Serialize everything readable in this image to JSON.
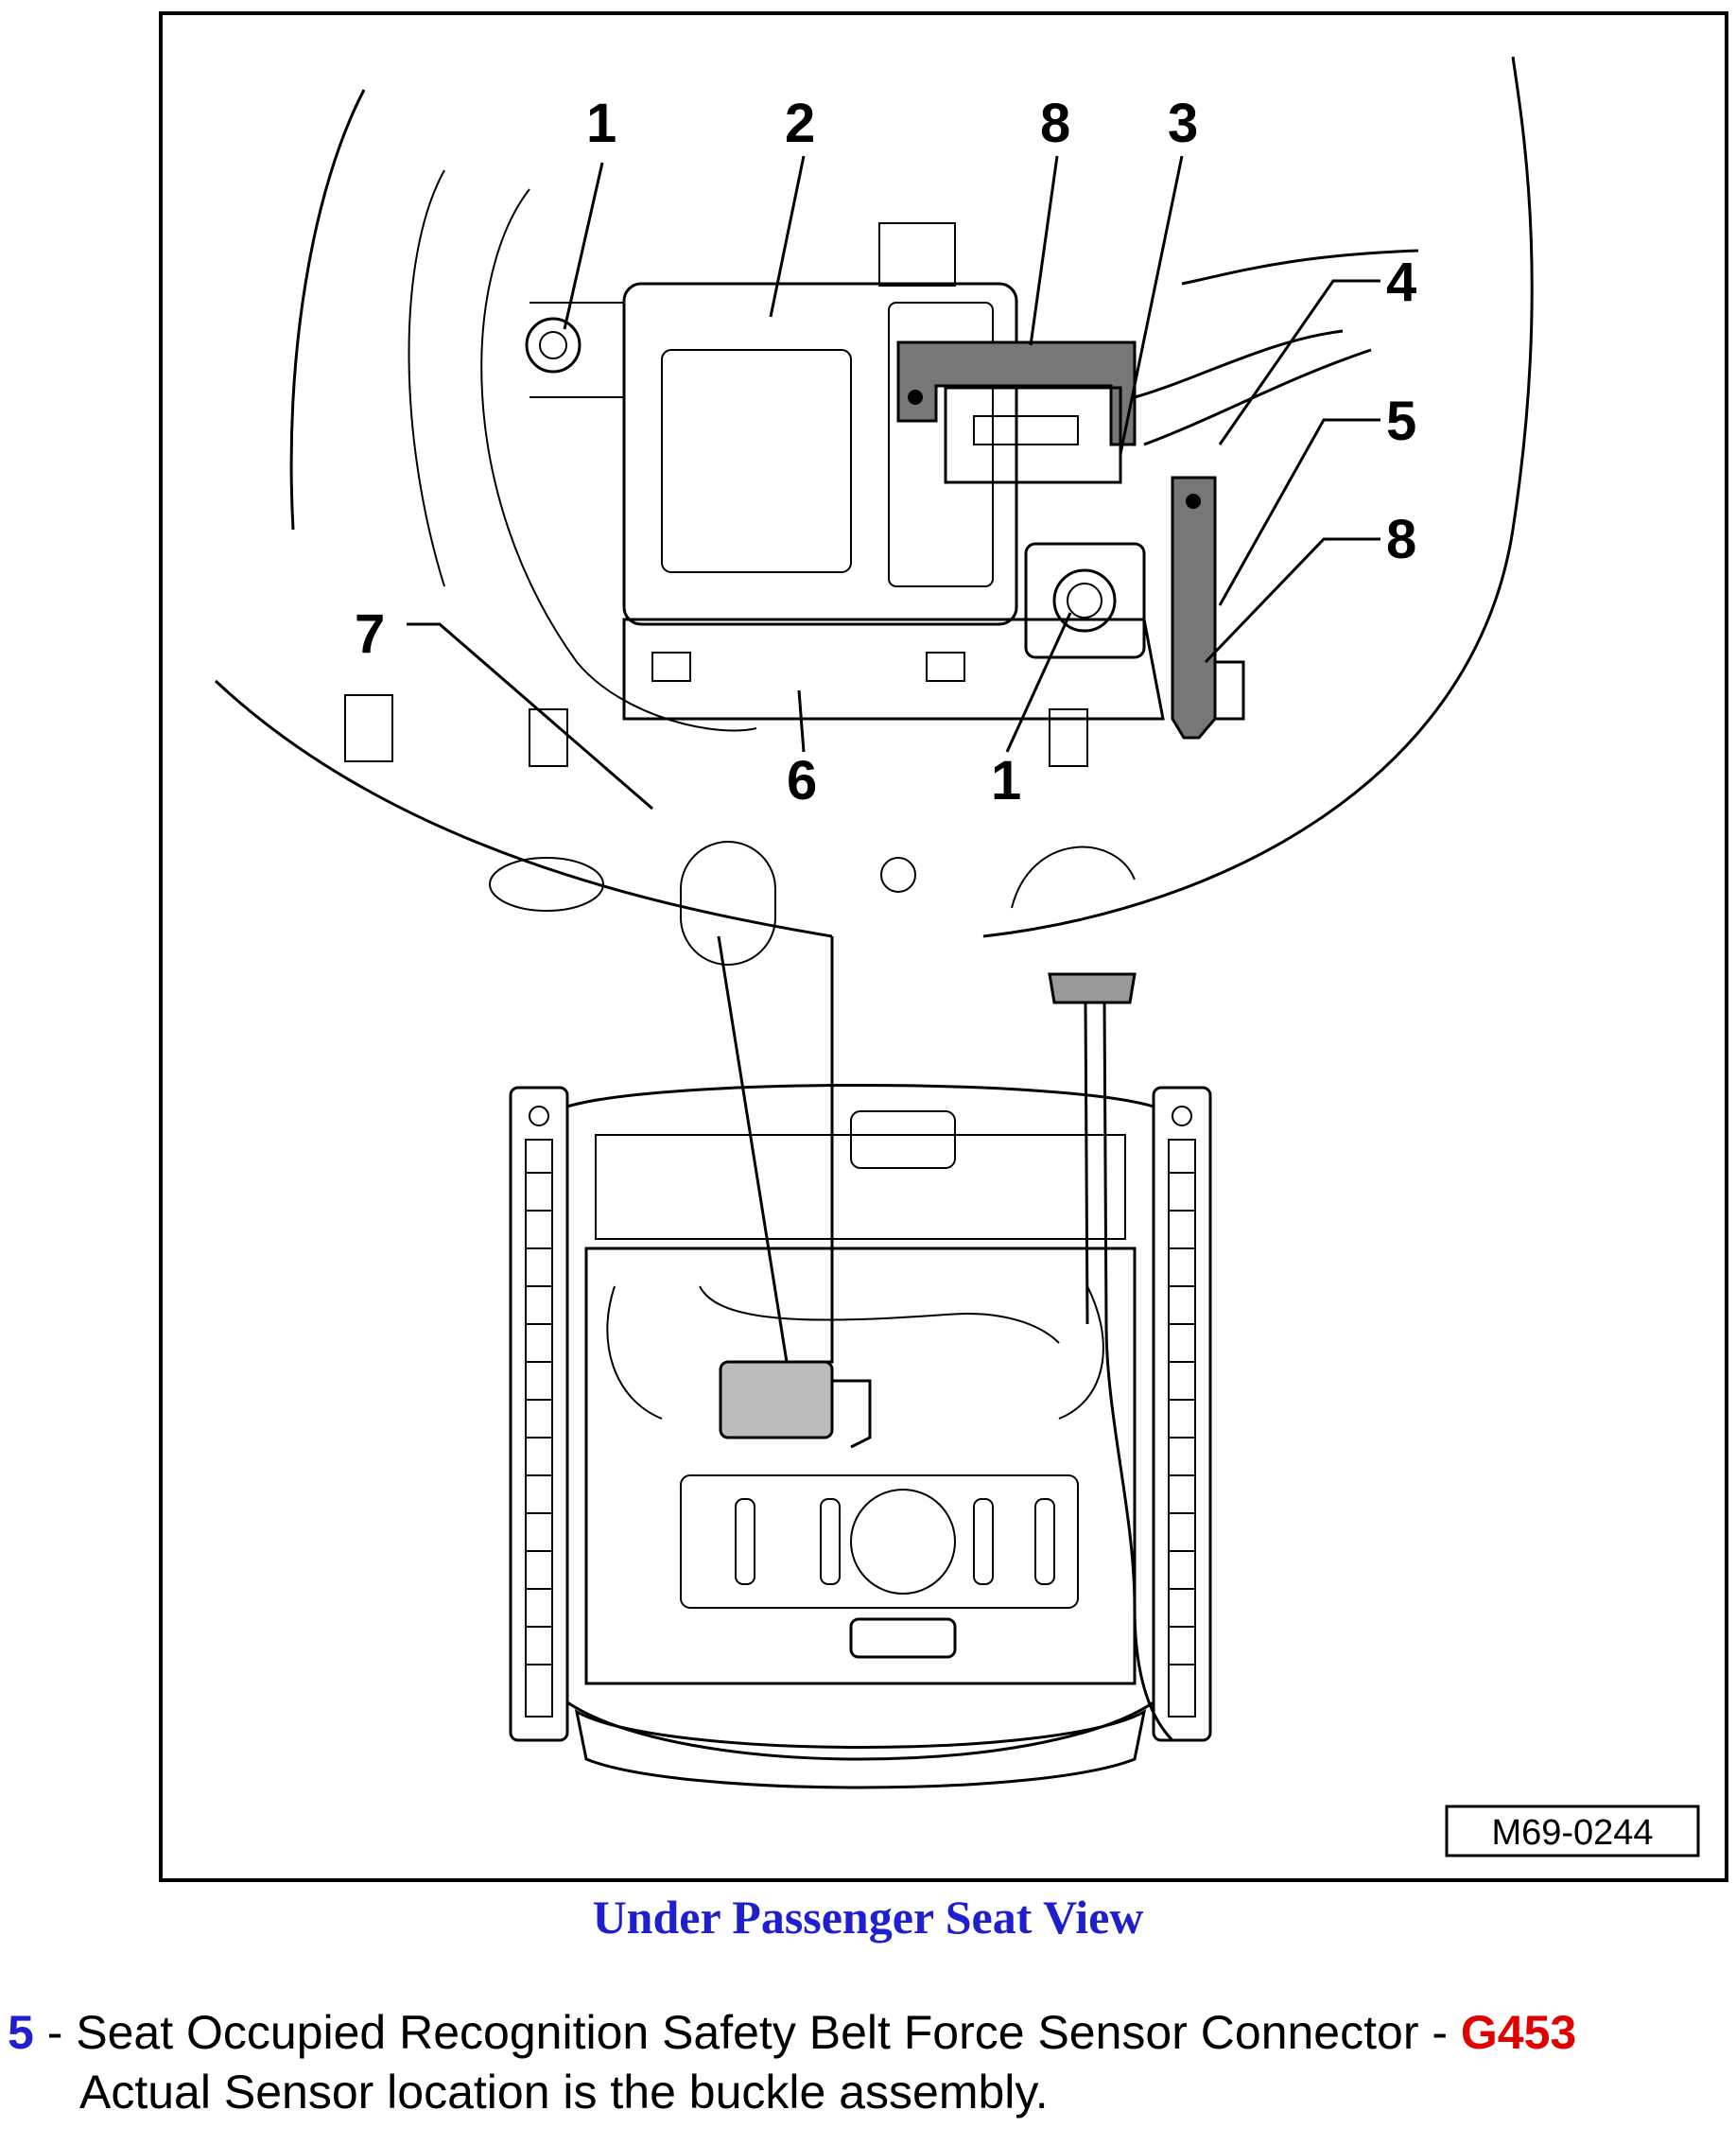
{
  "figure": {
    "callouts": {
      "c1_top": "1",
      "c2": "2",
      "c8_top": "8",
      "c3": "3",
      "c4": "4",
      "c5": "5",
      "c8_right": "8",
      "c7": "7",
      "c6": "6",
      "c1_bottom": "1"
    },
    "figure_id": "M69-0244"
  },
  "caption": "Under Passenger Seat View",
  "legend": {
    "number": "5",
    "separator": " - ",
    "description": "Seat Occupied Recognition Safety Belt Force Sensor Connector - ",
    "code": "G453",
    "note": "Actual Sensor location is the buckle assembly."
  },
  "colors": {
    "caption": "#1f1fd0",
    "number": "#1f1fd0",
    "code": "#e00000"
  }
}
